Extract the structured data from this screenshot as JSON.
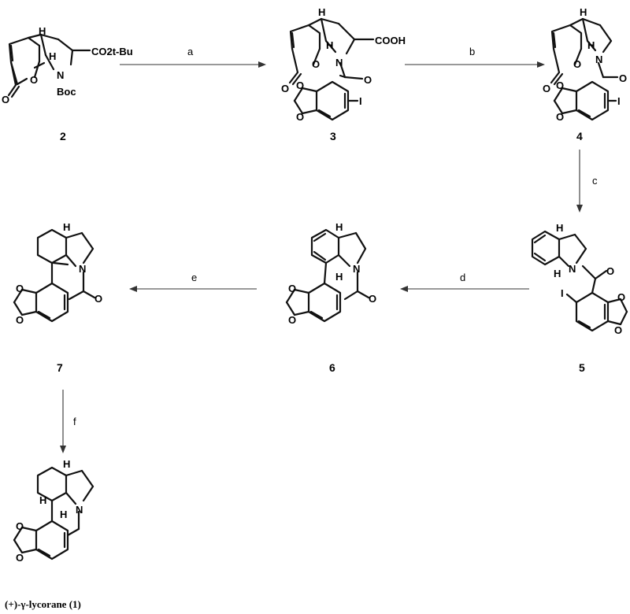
{
  "compounds": {
    "c2": {
      "label": "2",
      "substituent_ester": "CO2t-Bu",
      "protecting_group": "Boc"
    },
    "c3": {
      "label": "3",
      "acid": "COOH",
      "halogen": "I"
    },
    "c4": {
      "label": "4",
      "halogen": "I"
    },
    "c5": {
      "label": "5",
      "halogen": "I"
    },
    "c6": {
      "label": "6"
    },
    "c7": {
      "label": "7"
    },
    "c1": {
      "label": "(+)-γ-lycorane (1)"
    }
  },
  "steps": {
    "a": "a",
    "b": "b",
    "c": "c",
    "d": "d",
    "e": "e",
    "f": "f"
  },
  "atoms": {
    "hydrogen": "H",
    "nitrogen": "N",
    "oxygen": "O"
  }
}
